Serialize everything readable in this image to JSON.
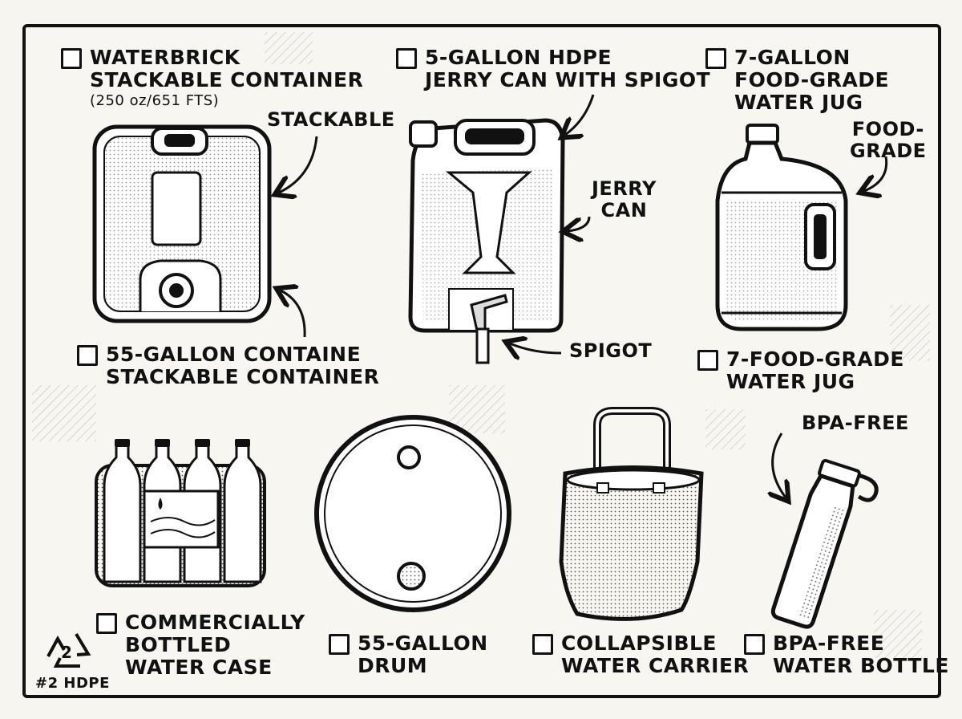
{
  "items": {
    "waterbrick": {
      "line1": "WATERBRICK",
      "line2": "STACKABLE CONTAINER",
      "note": "(250 oz/651 FTS)"
    },
    "jerry": {
      "line1": "5-GALLON HDPE",
      "line2": "JERRY CAN WITH SPIGOT"
    },
    "jug": {
      "line1": "7-GALLON",
      "line2": "FOOD-GRADE",
      "line3": "WATER JUG"
    },
    "stack55": {
      "line1": "55-GALLON CONTAINE",
      "line2": "STACKABLE CONTAINER"
    },
    "jug2": {
      "line1": "7-FOOD-GRADE",
      "line2": "WATER JUG"
    },
    "bottled": {
      "line1": "COMMERCIALLY",
      "line2": "BOTTLED",
      "line3": "WATER CASE"
    },
    "drum": {
      "line1": "55-GALLON",
      "line2": "DRUM"
    },
    "carrier": {
      "line1": "COLLAPSIBLE",
      "line2": "WATER CARRIER"
    },
    "bottle": {
      "line1": "BPA-FREE",
      "line2": "WATER BOTTLE"
    }
  },
  "callouts": {
    "stackable": "STACKABLE",
    "jerry_line1": "JERRY",
    "jerry_line2": "CAN",
    "spigot": "SPIGOT",
    "food_line1": "FOOD-",
    "food_line2": "GRADE",
    "bpa": "BPA-FREE"
  },
  "recycle": {
    "number": "2",
    "caption": "#2 HDPE"
  },
  "icons": [
    "checkbox-icon",
    "recycle-icon",
    "arrow-icon"
  ]
}
